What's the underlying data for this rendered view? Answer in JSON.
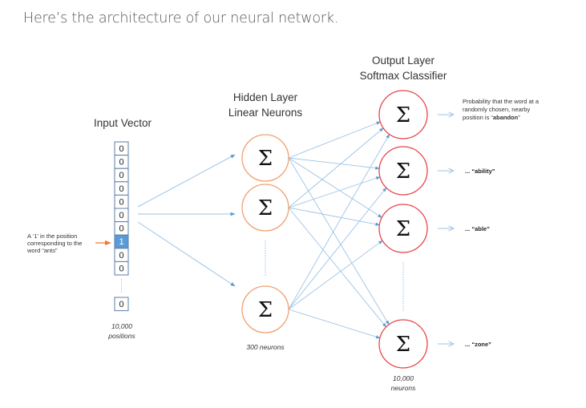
{
  "intro_text": "Here’s the architecture of our neural network.",
  "colors": {
    "hidden_neuron_stroke": "#F0A070",
    "output_neuron_stroke": "#E8454A",
    "connection": "#9DC3E6",
    "arrow_head": "#5B9BD5",
    "cell_border": "#5A7FA8",
    "cell_highlight": "#5B9BD5",
    "annotation_arrow": "#ED7D31"
  },
  "input_layer": {
    "title": "Input Vector",
    "cells": [
      "0",
      "0",
      "0",
      "0",
      "0",
      "0",
      "0",
      "1",
      "0",
      "0"
    ],
    "last_cell": "0",
    "highlight_index": 7,
    "size_label_line1": "10,000",
    "size_label_line2": "positions",
    "annotation_lines": [
      "A ‘1’ in the position",
      "corresponding to the",
      "word “ants”"
    ]
  },
  "hidden_layer": {
    "title_line1": "Hidden Layer",
    "title_line2": "Linear Neurons",
    "neuron_symbol": "Σ",
    "neuron_count": 3,
    "size_label": "300 neurons"
  },
  "output_layer": {
    "title_line1": "Output Layer",
    "title_line2": "Softmax Classifier",
    "neuron_symbol": "Σ",
    "neuron_count": 4,
    "size_label_line1": "10,000",
    "size_label_line2": "neurons",
    "outputs": [
      {
        "lines": [
          "Probability that the word at a",
          "randomly chosen, nearby",
          "position is “"
        ],
        "bold": "abandon",
        "suffix": "”"
      },
      {
        "prefix": "... ",
        "label": "“ability”"
      },
      {
        "prefix": "... ",
        "label": "“able”"
      },
      {
        "prefix": "... ",
        "label": "“zone”"
      }
    ]
  }
}
